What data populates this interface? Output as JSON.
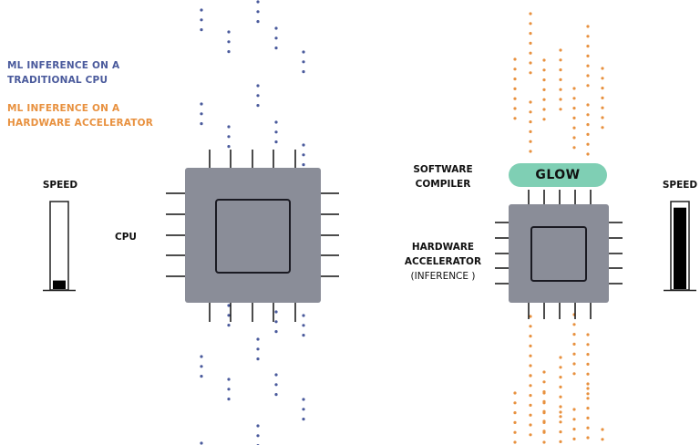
{
  "legend": {
    "cpu_line1": "ML INFERENCE ON A",
    "cpu_line2": "TRADITIONAL CPU",
    "accel_line1": "ML INFERENCE ON A",
    "accel_line2": "HARDWARE ACCELERATOR",
    "cpu_color": "#4a5a9c",
    "accel_color": "#e8913f"
  },
  "left": {
    "speed_label": "SPEED",
    "speed_fraction": 0.1,
    "chip_label": "CPU"
  },
  "right": {
    "compiler_line1": "SOFTWARE",
    "compiler_line2": "COMPILER",
    "compiler_name": "GLOW",
    "chip_line1": "HARDWARE",
    "chip_line2": "ACCELERATOR",
    "chip_line3": "(INFERENCE )",
    "speed_label": "SPEED",
    "speed_fraction": 0.95
  },
  "colors": {
    "chip_body": "#8a8d98",
    "chip_outline": "#1a1a22",
    "glow_fill": "#7fcfb4",
    "pin": "#111111"
  }
}
